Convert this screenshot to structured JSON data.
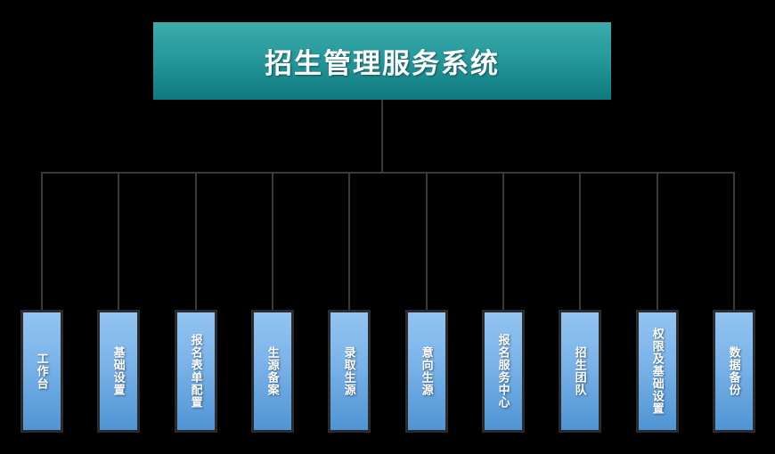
{
  "diagram": {
    "type": "org-chart",
    "title": "招生管理服务系统",
    "background_color": "#000000",
    "root": {
      "label": "招生管理服务系统",
      "fill_top": "#3cacac",
      "fill_bottom": "#0e7a7e",
      "text_color": "#ffffff"
    },
    "connector_color": "#3a3a3a",
    "children": [
      {
        "label": "工作台"
      },
      {
        "label": "基础设置"
      },
      {
        "label": "报名表单配置"
      },
      {
        "label": "生源备案"
      },
      {
        "label": "录取生源"
      },
      {
        "label": "意向生源"
      },
      {
        "label": "报名服务中心"
      },
      {
        "label": "招生团队"
      },
      {
        "label": "权限及基础设置"
      },
      {
        "label": "数据备份"
      }
    ],
    "child_style": {
      "fill_top": "#93c4f2",
      "fill_bottom": "#5094d4",
      "border_color": "#2b2b2b",
      "text_color": "#ffffff"
    }
  }
}
